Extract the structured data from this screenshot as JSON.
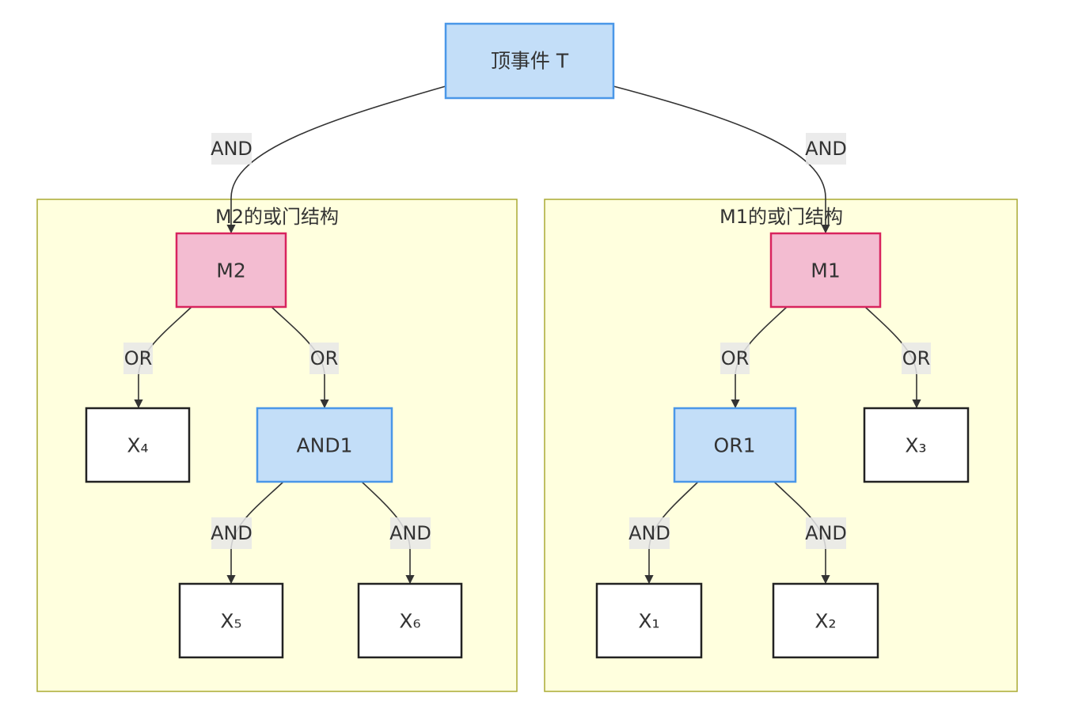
{
  "diagram": {
    "top_event": {
      "label": "顶事件 T"
    },
    "clusters": {
      "m2": {
        "title": "M2的或门结构"
      },
      "m1": {
        "title": "M1的或门结构"
      }
    },
    "nodes": {
      "m2": {
        "label": "M2"
      },
      "m1": {
        "label": "M1"
      },
      "and1": {
        "label": "AND1"
      },
      "or1": {
        "label": "OR1"
      },
      "x1": {
        "label": "X₁"
      },
      "x2": {
        "label": "X₂"
      },
      "x3": {
        "label": "X₃"
      },
      "x4": {
        "label": "X₄"
      },
      "x5": {
        "label": "X₅"
      },
      "x6": {
        "label": "X₆"
      }
    },
    "edges": {
      "t_m2": {
        "label": "AND"
      },
      "t_m1": {
        "label": "AND"
      },
      "m2_x4": {
        "label": "OR"
      },
      "m2_and1": {
        "label": "OR"
      },
      "and1_x5": {
        "label": "AND"
      },
      "and1_x6": {
        "label": "AND"
      },
      "m1_or1": {
        "label": "OR"
      },
      "m1_x3": {
        "label": "OR"
      },
      "or1_x1": {
        "label": "AND"
      },
      "or1_x2": {
        "label": "AND"
      }
    },
    "colors": {
      "top_fill": "#c3def8",
      "top_stroke": "#4a97e8",
      "intermediate_fill": "#f3bcd1",
      "intermediate_stroke": "#d8245e",
      "gate_fill": "#c3def8",
      "gate_stroke": "#4a97e8",
      "basic_fill": "#ffffff",
      "basic_stroke": "#222222",
      "cluster_fill": "#ffffde",
      "cluster_stroke": "#aaaa33",
      "edge_label_bg": "#e8e8e8"
    }
  }
}
